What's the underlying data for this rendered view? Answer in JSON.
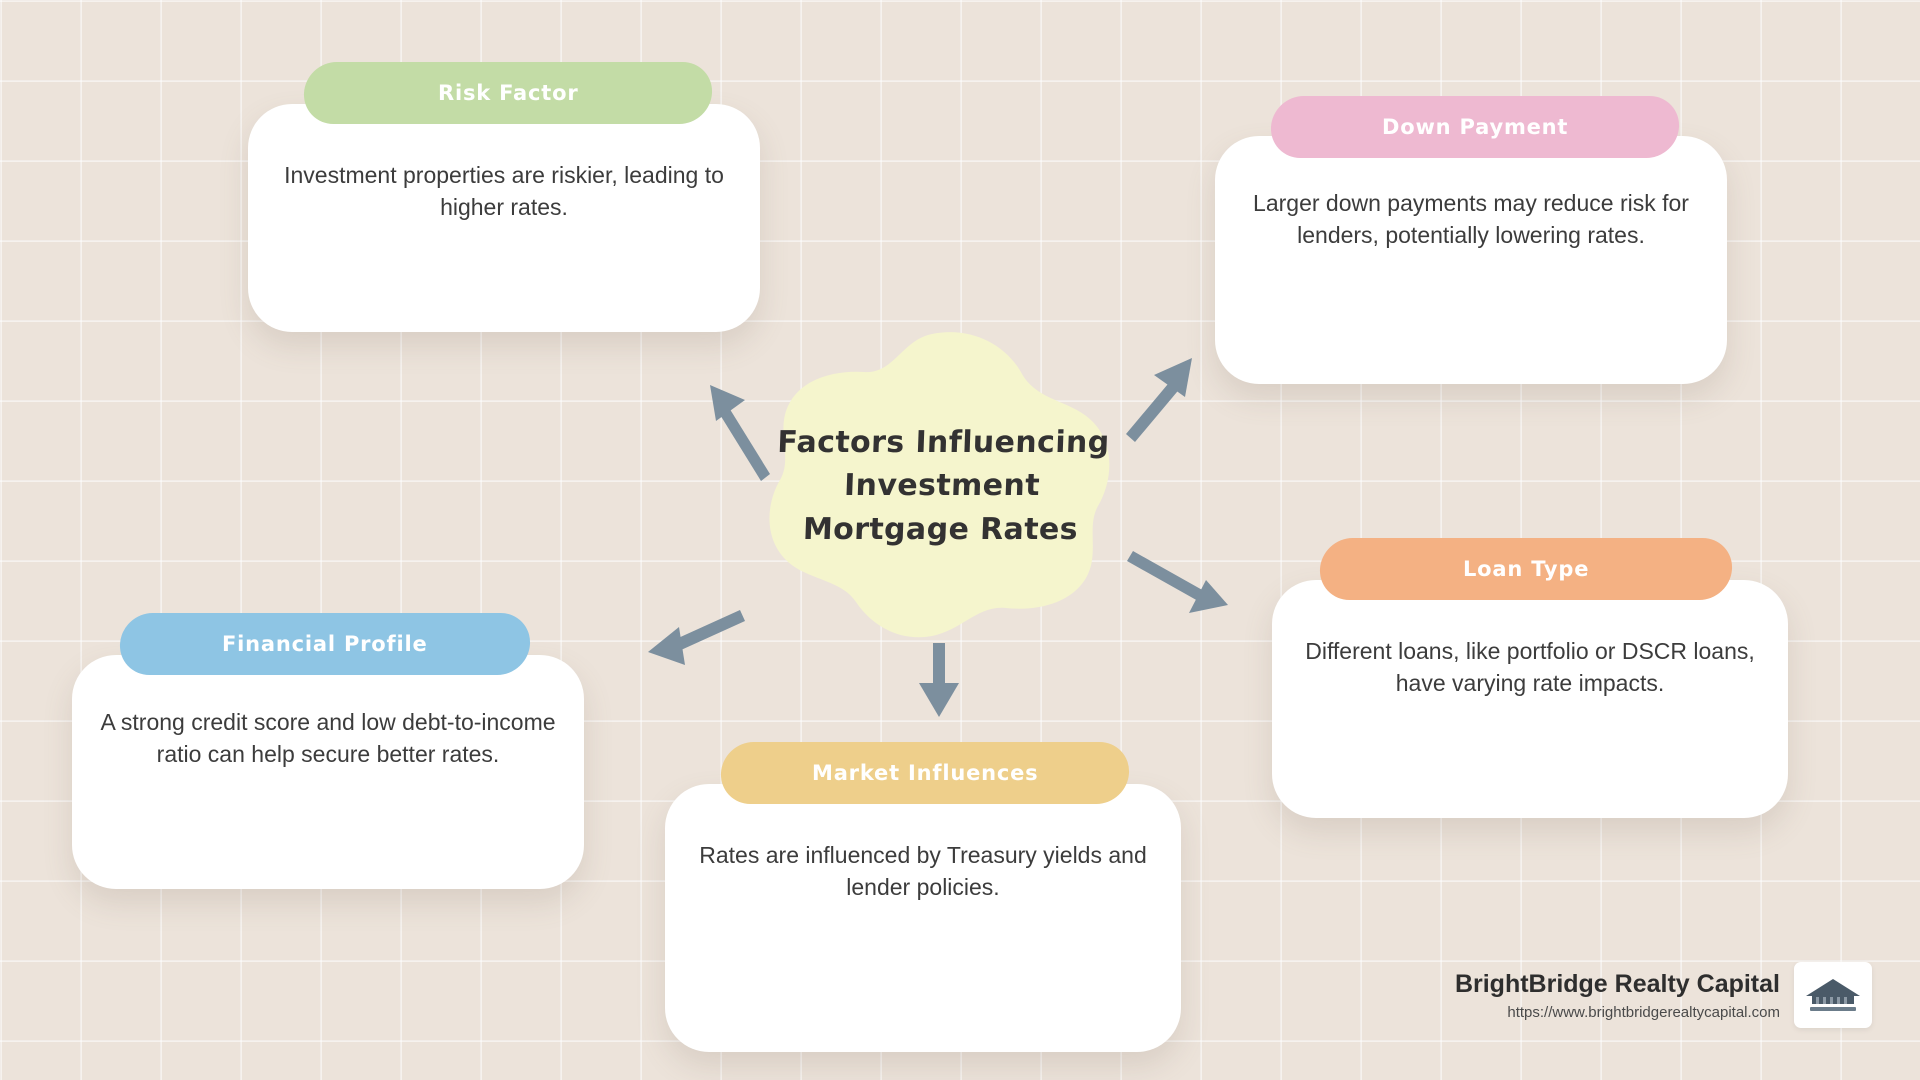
{
  "background": {
    "color": "#ece3da",
    "grid_line_color": "#d8cdc2"
  },
  "center": {
    "blob_color": "#f5f5cd",
    "text_color": "#333232",
    "title_lines": [
      "Factors Influencing",
      "Investment",
      "Mortgage Rates"
    ]
  },
  "arrow_color": "#7c8f9e",
  "cards": [
    {
      "id": "risk-factor",
      "label": "Risk Factor",
      "pill_color": "#c3dca6",
      "body": "Investment properties are riskier, leading to higher rates."
    },
    {
      "id": "down-payment",
      "label": "Down Payment",
      "pill_color": "#eeb9d1",
      "body": "Larger down payments may reduce risk for lenders, potentially lowering rates."
    },
    {
      "id": "loan-type",
      "label": "Loan Type",
      "pill_color": "#f4b183",
      "body": "Different loans, like portfolio or DSCR loans, have varying rate impacts."
    },
    {
      "id": "market-influences",
      "label": "Market Influences",
      "pill_color": "#eecf8b",
      "body": "Rates are influenced by Treasury yields and lender policies."
    },
    {
      "id": "financial-profile",
      "label": "Financial Profile",
      "pill_color": "#8ec5e4",
      "body": "A strong credit score and low debt-to-income ratio can help secure better rates."
    }
  ],
  "branding": {
    "name": "BrightBridge Realty Capital",
    "url": "https://www.brightbridgerealtycapital.com",
    "logo_icon": "building-logo-icon"
  }
}
